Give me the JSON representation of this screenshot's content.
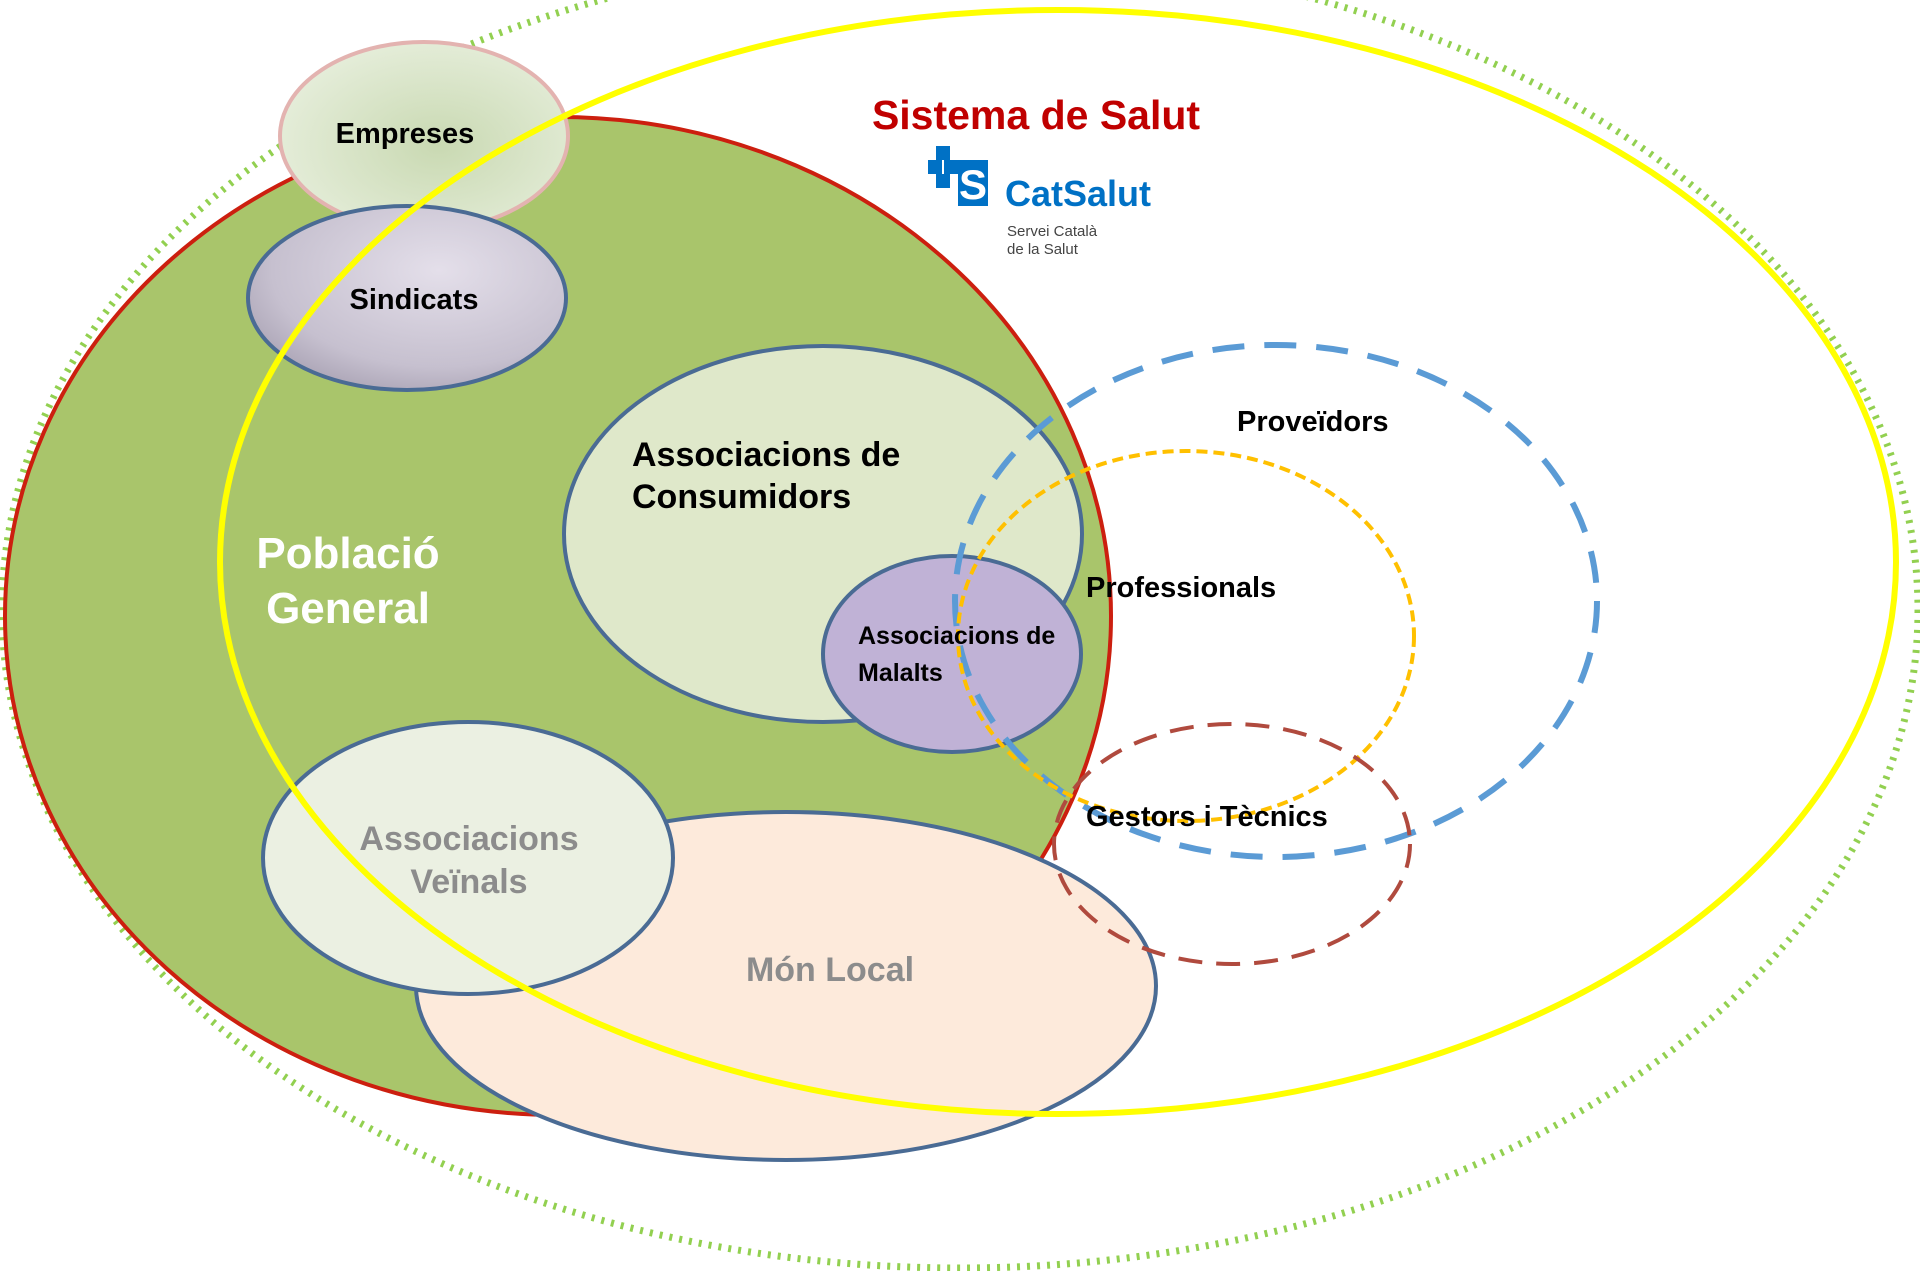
{
  "title": "Sistema de Salut",
  "logo": {
    "icon": "catsalut-logo-icon",
    "brand": "CatSalut",
    "subtitle_line1": "Servei Català",
    "subtitle_line2": "de la Salut"
  },
  "circles": {
    "poblacio": {
      "line1": "Població",
      "line2": "General"
    },
    "empreses": "Empreses",
    "sindicats": "Sindicats",
    "consumidors": {
      "line1": "Associacions de",
      "line2": "Consumidors"
    },
    "malalts": {
      "line1": "Associacions de",
      "line2": "Malalts"
    },
    "veinals": {
      "line1": "Associacions",
      "line2": "Veïnals"
    },
    "mon_local": "Món Local",
    "proveidors": "Proveïdors",
    "professionals": "Professionals",
    "gestors": "Gestors i Tècnics"
  },
  "colors": {
    "outer_dotted": "#92d050",
    "poblacio_fill": "#a9c56b",
    "poblacio_stroke": "#cc1f0f",
    "yellow": "#ffff00",
    "blue_dashed": "#5b9bd5",
    "orange_dashed": "#ffc000",
    "brown_dashed": "#b04a3e",
    "title_red": "#c00000",
    "catsalut_blue": "#0071c5"
  }
}
